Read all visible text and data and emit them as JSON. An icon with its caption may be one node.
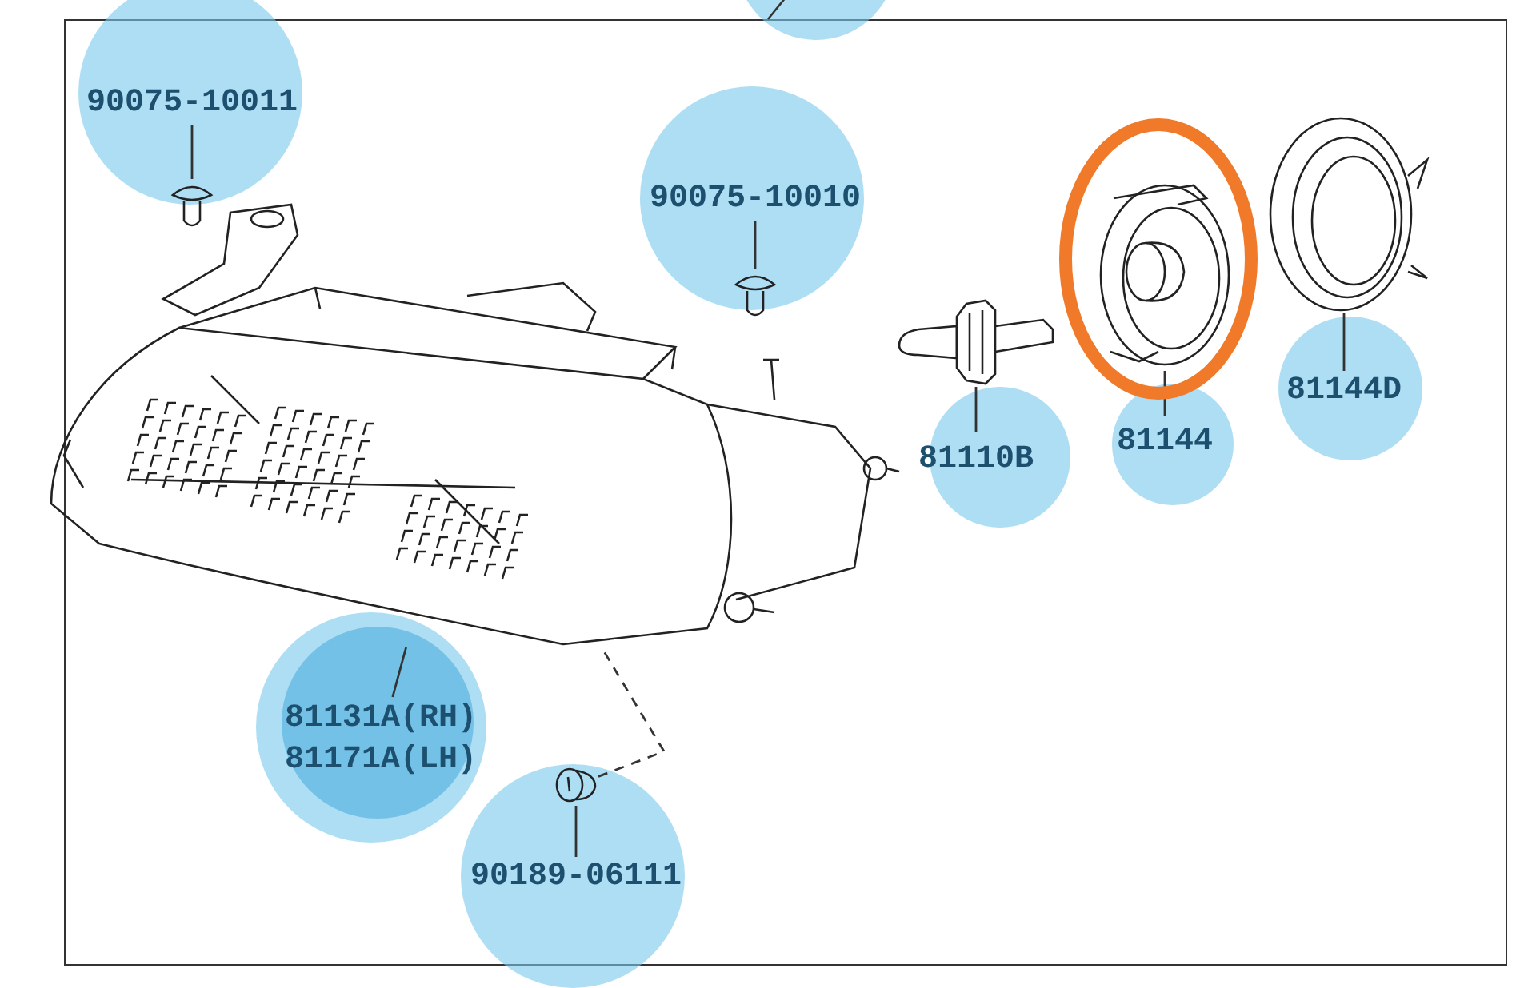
{
  "diagram": {
    "nodes": [
      {
        "text": [
          "90075-10011"
        ]
      },
      {
        "text": [],
        "shape": "picture"
      },
      {
        "text": [
          "90075-10010"
        ]
      },
      {
        "text": [],
        "shape": "picture"
      },
      {
        "text": [],
        "shape": "picture"
      },
      {
        "text": [
          "81131A(RH)",
          "81171A(LH)"
        ]
      },
      {
        "text": [
          "90189-06111"
        ]
      },
      {
        "text": [],
        "shape": "picture"
      },
      {
        "text": [],
        "shape": "picture"
      },
      {
        "text": [
          "81110B"
        ]
      },
      {
        "text": [],
        "shape": "picture"
      },
      {
        "text": [
          "81144"
        ]
      },
      {
        "text": [],
        "shape": "picture"
      },
      {
        "text": [
          "81144D"
        ]
      }
    ],
    "edges": [
      {
        "from": 0,
        "to": 1,
        "arrow": "none"
      },
      {
        "from": 2,
        "to": 3,
        "arrow": "none"
      },
      {
        "from": 5,
        "to": 4,
        "arrow": "none"
      },
      {
        "from": 6,
        "to": 7,
        "arrow": "none"
      },
      {
        "from": 7,
        "to": 4,
        "arrow": "none",
        "style": "dashed"
      },
      {
        "from": 9,
        "to": 8,
        "arrow": "none"
      },
      {
        "from": 11,
        "to": 10,
        "arrow": "none"
      },
      {
        "from": 13,
        "to": 12,
        "arrow": "none"
      }
    ]
  }
}
